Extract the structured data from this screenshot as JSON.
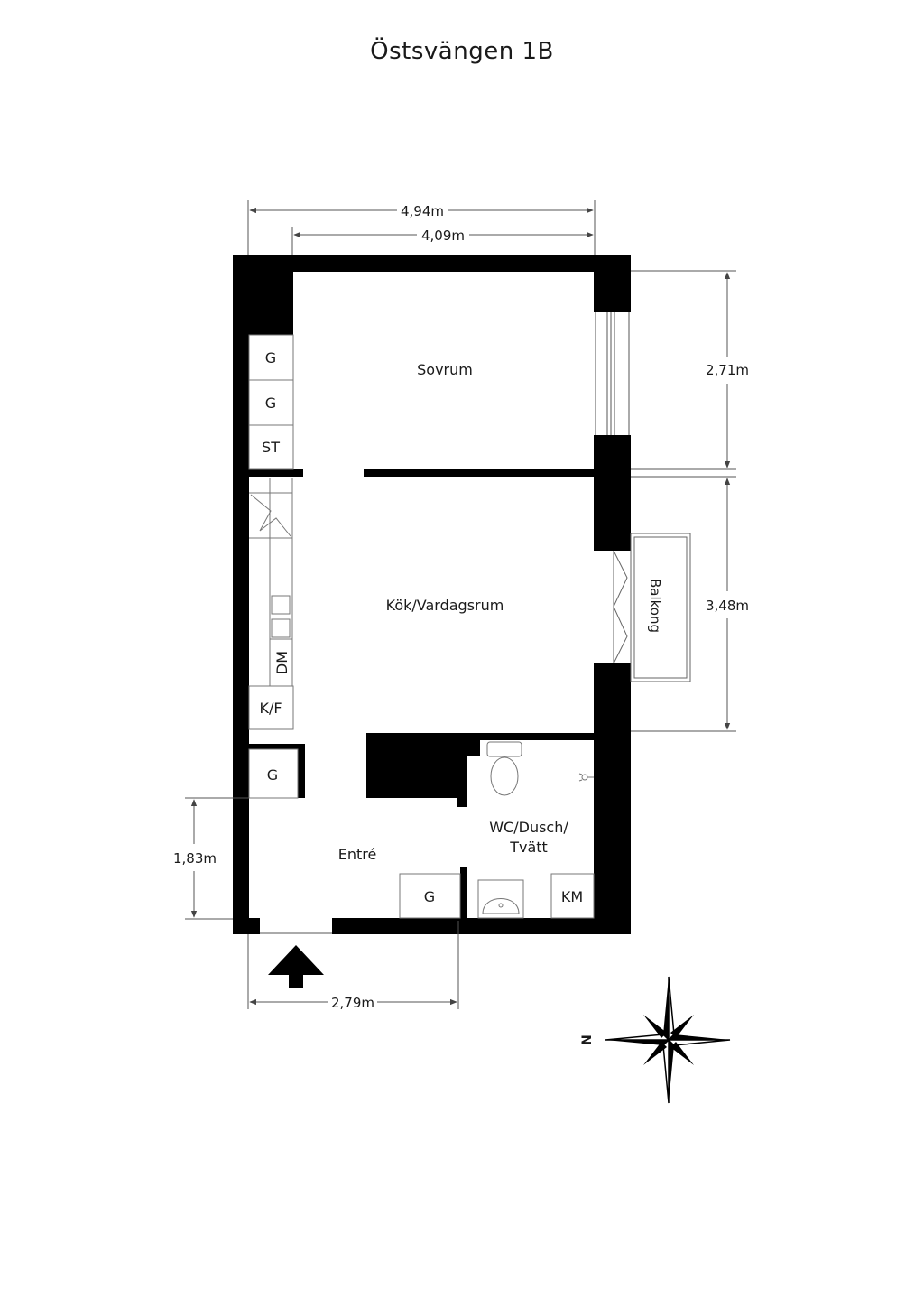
{
  "title": "Östsvängen 1B",
  "rooms": {
    "sovrum": "Sovrum",
    "kok": "Kök/Vardagsrum",
    "balkong": "Balkong",
    "wc_line1": "WC/Dusch/",
    "wc_line2": "Tvätt",
    "entre": "Entré"
  },
  "fixtures": {
    "g": "G",
    "st": "ST",
    "dm": "DM",
    "kf": "K/F",
    "km": "KM"
  },
  "dimensions": {
    "top_outer": "4,94m",
    "top_inner": "4,09m",
    "right_upper": "2,71m",
    "right_lower": "3,48m",
    "left": "1,83m",
    "bottom": "2,79m"
  },
  "compass": {
    "north": "N"
  }
}
